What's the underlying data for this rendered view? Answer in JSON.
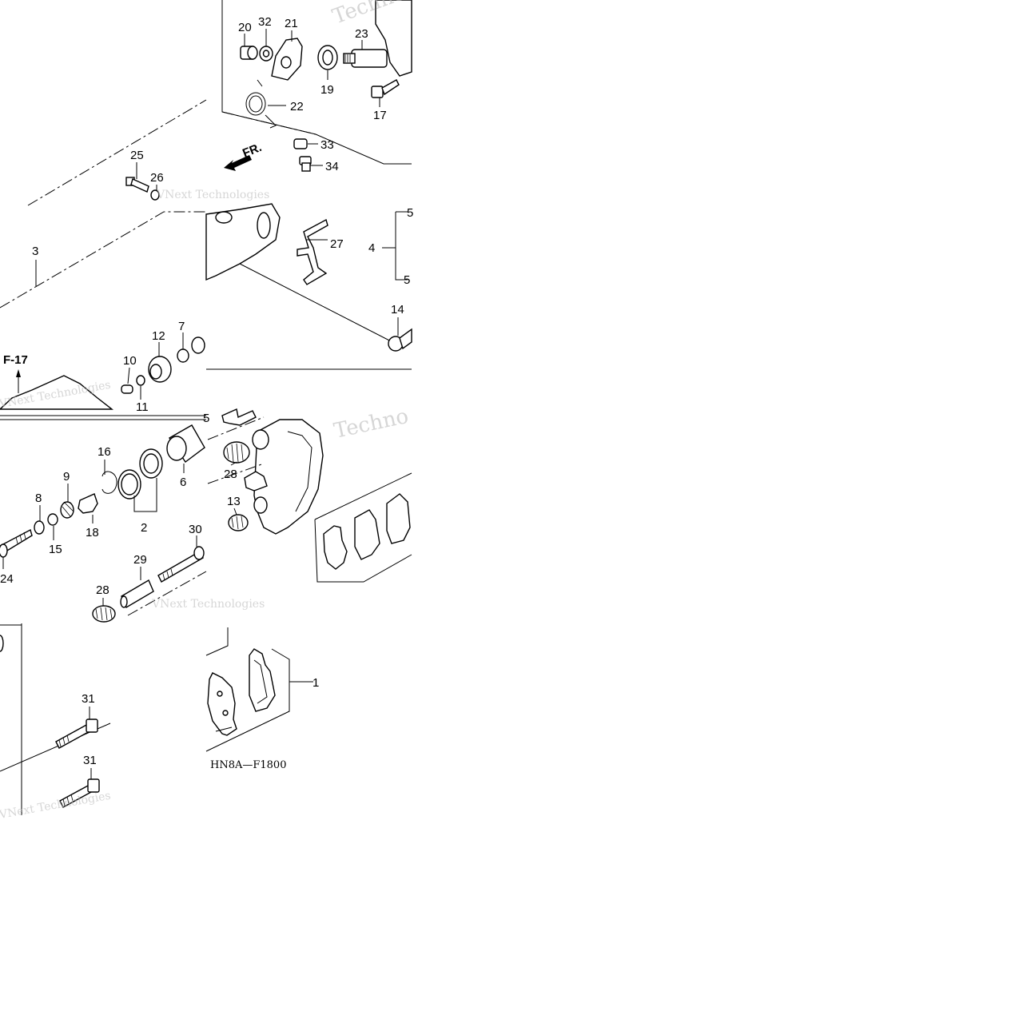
{
  "diagram": {
    "code": "HN8A—F1800",
    "ref_label": "F-17",
    "direction_label": "FR.",
    "watermark_text": "VNext Technologies",
    "watermark_short": "Techno",
    "part_numbers": {
      "p1": "1",
      "p2": "2",
      "p3": "3",
      "p4": "4",
      "p5a": "5",
      "p5b": "5",
      "p5c": "5",
      "p6": "6",
      "p7": "7",
      "p8": "8",
      "p9": "9",
      "p10": "10",
      "p11": "11",
      "p12": "12",
      "p13": "13",
      "p14": "14",
      "p15": "15",
      "p16": "16",
      "p17": "17",
      "p18": "18",
      "p19": "19",
      "p20": "20",
      "p21": "21",
      "p22": "22",
      "p23": "23",
      "p24": "24",
      "p25": "25",
      "p26": "26",
      "p27": "27",
      "p28a": "28",
      "p28b": "28",
      "p29": "29",
      "p30": "30",
      "p31a": "31",
      "p31b": "31",
      "p32": "32",
      "p33": "33",
      "p34": "34"
    }
  }
}
